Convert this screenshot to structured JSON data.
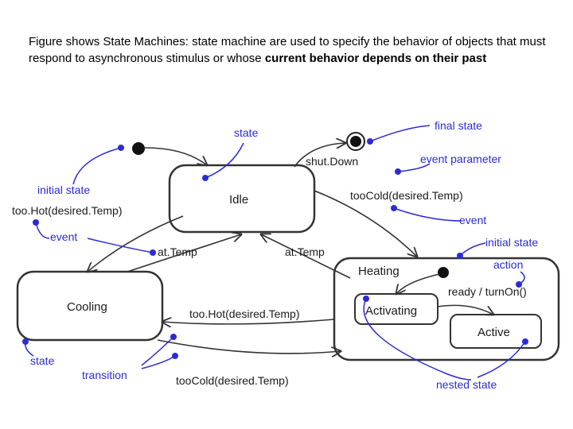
{
  "caption": {
    "part1": "Figure shows State Machines: state machine are used to specify the behavior of objects that must respond to asynchronous stimulus or whose ",
    "bold": "current behavior depends on their past"
  },
  "diagram": {
    "states": {
      "idle": "Idle",
      "cooling": "Cooling",
      "heating": "Heating",
      "activating": "Activating",
      "active": "Active"
    },
    "transitions": {
      "shutdown": "shut.Down",
      "too_cold_1": "tooCold(desired.Temp)",
      "too_hot_1": "too.Hot(desired.Temp)",
      "at_temp_left": "at.Temp",
      "at_temp_right": "at.Temp",
      "too_hot_2": "too.Hot(desired.Temp)",
      "too_cold_2": "tooCold(desired.Temp)",
      "ready_turn_on": "ready / turnOn()"
    },
    "annotations": {
      "state_top": "state",
      "final_state": "final state",
      "event_parameter": "event parameter",
      "initial_state_left": "initial state",
      "event_left": "event",
      "event_right": "event",
      "initial_state_right": "initial state",
      "action": "action",
      "state_bottom": "state",
      "transition": "transition",
      "nested_state": "nested state"
    },
    "colors": {
      "annotation": "#2b2bd6",
      "line": "#333333"
    }
  }
}
